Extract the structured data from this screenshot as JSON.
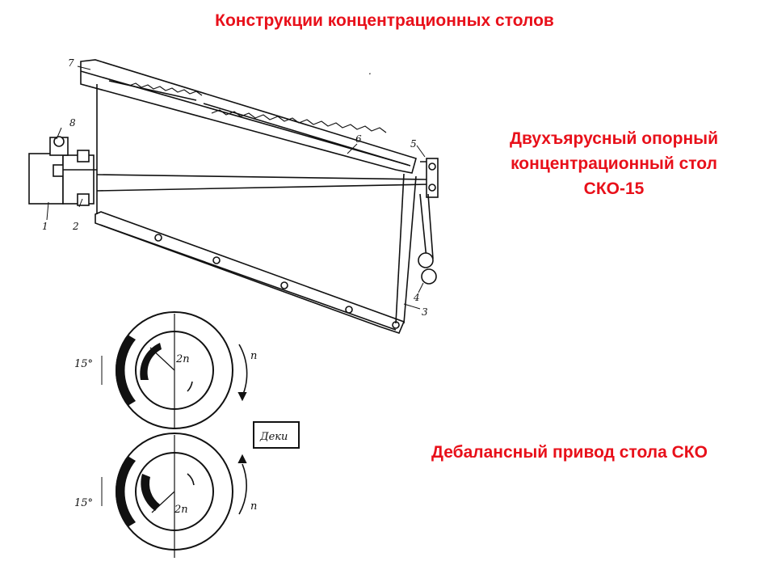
{
  "title": "Конструкции концентрационных столов",
  "caption_top_lines": [
    "Двухъярусный опорный",
    "концентрационный стол",
    "СКО-15"
  ],
  "caption_bottom": "Дебалансный привод стола СКО",
  "table_drawing": {
    "part_numbers": [
      "1",
      "2",
      "3",
      "4",
      "5",
      "6",
      "7",
      "8"
    ]
  },
  "drive_drawing": {
    "angle_top": "15°",
    "angle_bottom": "15°",
    "speed_top_inner": "2n",
    "speed_bottom_inner": "2n",
    "speed_top_outer": "n",
    "speed_bottom_outer": "n",
    "deck_label": "Деки"
  },
  "colors": {
    "caption": "#e8101a",
    "line": "#111111"
  }
}
